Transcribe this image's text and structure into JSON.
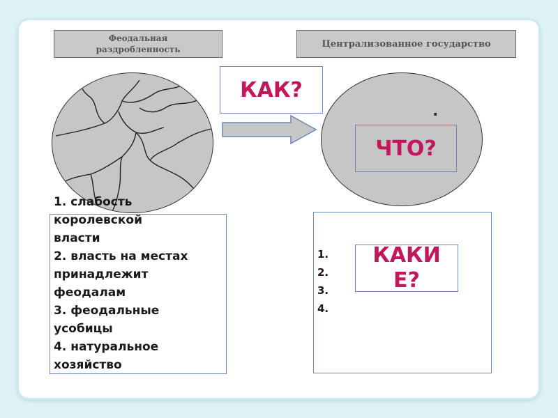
{
  "headers": {
    "left": "Феодальная раздробленность",
    "right": "Централизованное государство"
  },
  "questions": {
    "how": "КАК?",
    "what": "ЧТО?",
    "which_line1": "КАКИ",
    "which_line2": "Е?"
  },
  "right_circle_mark": ".",
  "left_list": [
    "1. слабость",
    "королевской",
    "власти",
    "2. власть на местах",
    "принадлежит",
    "феодалам",
    "3. феодальные",
    "усобицы",
    "4. натуральное",
    "хозяйство"
  ],
  "right_list_numbers": [
    "1.",
    "2.",
    "3.",
    "4."
  ],
  "colors": {
    "accent": "#c0185a",
    "circle_fill": "#c6c6c6",
    "box_border": "#6b86b8",
    "header_fill": "#c9c9c9"
  }
}
